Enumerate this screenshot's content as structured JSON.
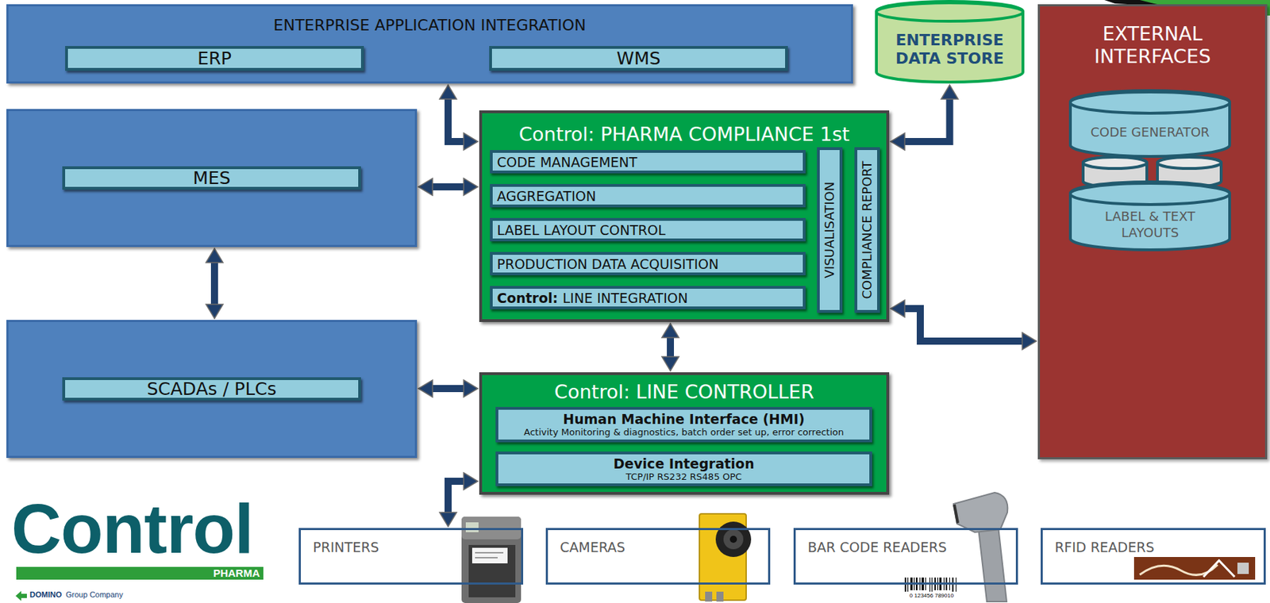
{
  "diagram": {
    "nodes": [
      {
        "text": [
          "ENTERPRISE APPLICATION INTEGRATION"
        ]
      },
      {
        "text": [
          "ERP"
        ],
        "in": 0
      },
      {
        "text": [
          "WMS"
        ],
        "in": 0
      },
      {
        "text": [
          "ENTERPRISE DATA STORE"
        ]
      },
      {
        "text": [
          "EXTERNAL INTERFACES"
        ]
      },
      {
        "text": [
          "CODE GENERATOR"
        ],
        "in": 4
      },
      {
        "text": [
          "LABEL & TEXT LAYOUTS"
        ],
        "in": 4
      },
      {
        "text": [
          "MES"
        ]
      },
      {
        "text": [
          "Control: PHARMA COMPLIANCE 1st"
        ]
      },
      {
        "text": [
          "CODE MANAGEMENT"
        ],
        "in": 8
      },
      {
        "text": [
          "AGGREGATION"
        ],
        "in": 8
      },
      {
        "text": [
          "LABEL LAYOUT CONTROL"
        ],
        "in": 8
      },
      {
        "text": [
          "PRODUCTION DATA ACQUISITION"
        ],
        "in": 8
      },
      {
        "text": [
          "Control:",
          "LINE INTEGRATION"
        ],
        "in": 8
      },
      {
        "text": [
          "VISUALISATION"
        ],
        "in": 8
      },
      {
        "text": [
          "COMPLIANCE REPORT"
        ],
        "in": 8
      },
      {
        "text": [
          "SCADAs / PLCs"
        ]
      },
      {
        "text": [
          "Control: LINE CONTROLLER"
        ]
      },
      {
        "text": [
          "Human Machine Interface (HMI)",
          "Activity Monitoring & diagnostics, batch order set up, error correction"
        ],
        "in": 17
      },
      {
        "text": [
          "Device Integration",
          "TCP/IP RS232 RS485 OPC"
        ],
        "in": 17
      },
      {
        "text": [
          "PRINTERS"
        ]
      },
      {
        "text": [
          "CAMERAS"
        ]
      },
      {
        "text": [
          "BAR CODE READERS"
        ]
      },
      {
        "text": [
          "RFID READERS"
        ]
      }
    ],
    "edges": [
      {
        "from": 0,
        "to": 8,
        "arrow": "both"
      },
      {
        "from": 7,
        "to": 8,
        "arrow": "both"
      },
      {
        "from": 3,
        "to": 8,
        "arrow": "both"
      },
      {
        "from": 7,
        "to": 16,
        "arrow": "both"
      },
      {
        "from": 8,
        "to": 17,
        "arrow": "both"
      },
      {
        "from": 16,
        "to": 17,
        "arrow": "both"
      },
      {
        "from": 8,
        "to": 4,
        "arrow": "both"
      },
      {
        "from": 17,
        "to": 20,
        "arrow": "both"
      }
    ],
    "labels": [
      "0 123456 789010",
      "Control",
      "PHARMA",
      "DOMINO",
      "Group Company"
    ]
  }
}
